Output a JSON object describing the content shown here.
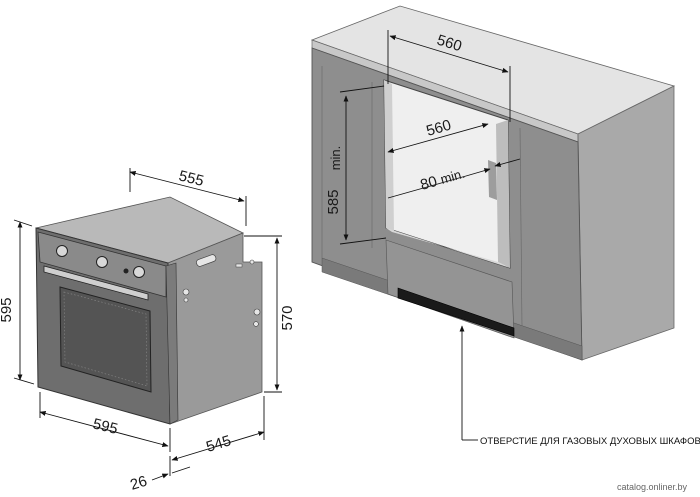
{
  "dimensions": {
    "oven_width_top": "555",
    "oven_height": "595",
    "oven_width_front": "595",
    "oven_depth": "545",
    "oven_door_depth": "26",
    "oven_body_height": "570",
    "niche_width_top": "560",
    "niche_width_inner": "560",
    "niche_height": "585",
    "niche_height_min": "min.",
    "vent_gap": "80",
    "vent_gap_min": "min."
  },
  "note": "ОТВЕРСТИЕ ДЛЯ ГАЗОВЫХ ДУХОВЫХ ШКАФОВ",
  "watermark": "catalog.onliner.by"
}
